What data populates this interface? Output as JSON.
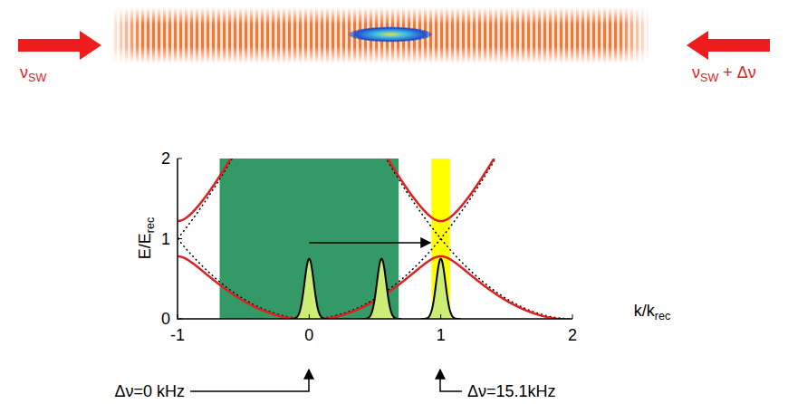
{
  "diagram": {
    "labels": [
      "νSW",
      "νSW + Δν",
      "E/Erec",
      "2",
      "1",
      "0",
      "-1",
      "0",
      "1",
      "2",
      "k/krec",
      "Δν=0  kHz",
      "Δν=15.1kHz"
    ]
  }
}
